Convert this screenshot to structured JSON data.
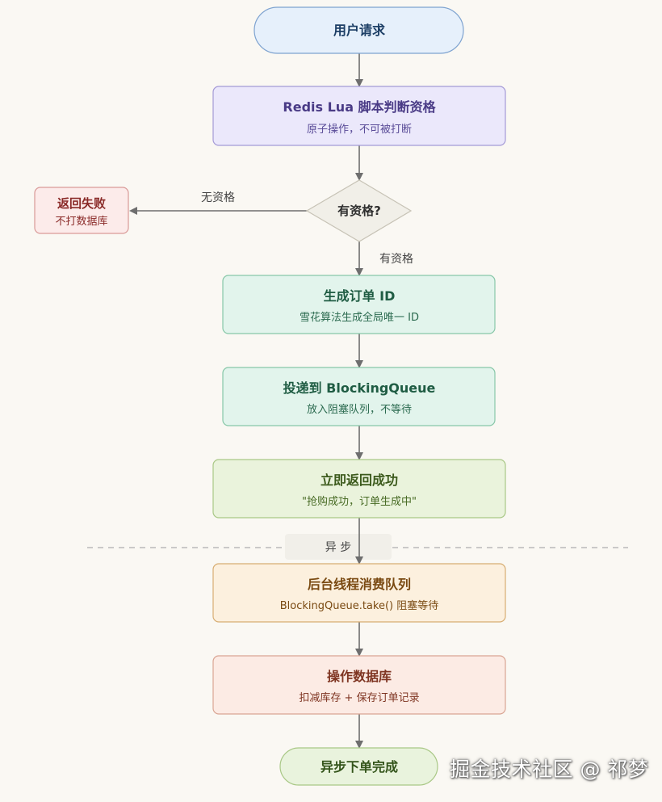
{
  "nodes": {
    "start": {
      "title": "用户请求",
      "fill": "#e6f0fb",
      "stroke": "#7ea3d0",
      "color": "#1d3f66"
    },
    "redis": {
      "title": "Redis Lua 脚本判断资格",
      "subtitle": "原子操作，不可被打断",
      "fill": "#ebe8fb",
      "stroke": "#a49ad6",
      "color": "#4a3b86"
    },
    "decision": {
      "title": "有资格?",
      "fill": "#f1efe8",
      "stroke": "#c7c3b6",
      "color": "#2f2f2f"
    },
    "fail": {
      "title": "返回失败",
      "subtitle": "不打数据库",
      "fill": "#fcebea",
      "stroke": "#d99a98",
      "color": "#8a2a28"
    },
    "order_id": {
      "title": "生成订单 ID",
      "subtitle": "雪花算法生成全局唯一 ID",
      "fill": "#e2f4ec",
      "stroke": "#87c7a8",
      "color": "#1f5c43"
    },
    "queue": {
      "title": "投递到 BlockingQueue",
      "subtitle": "放入阻塞队列，不等待",
      "fill": "#e2f4ec",
      "stroke": "#87c7a8",
      "color": "#1f5c43"
    },
    "success": {
      "title": "立即返回成功",
      "subtitle": "\"抢购成功，订单生成中\"",
      "fill": "#eaf3dc",
      "stroke": "#a9c886",
      "color": "#3c5a1c"
    },
    "consumer": {
      "title": "后台线程消费队列",
      "subtitle": "BlockingQueue.take() 阻塞等待",
      "fill": "#fcf0de",
      "stroke": "#d7ad72",
      "color": "#7a4a12"
    },
    "db": {
      "title": "操作数据库",
      "subtitle": "扣减库存 + 保存订单记录",
      "fill": "#fcebe4",
      "stroke": "#d9a593",
      "color": "#7f3522"
    },
    "done": {
      "title": "异步下单完成",
      "fill": "#e9f3dd",
      "stroke": "#a9c886",
      "color": "#33541a"
    }
  },
  "edges": {
    "no_label": "无资格",
    "yes_label": "有资格"
  },
  "divider": {
    "label": "异 步"
  },
  "watermark": "掘金技术社区 @ 祁梦",
  "colors": {
    "arrow": "#6e6e6e",
    "divider": "#b9b9b9",
    "edge_label": "#444444"
  }
}
